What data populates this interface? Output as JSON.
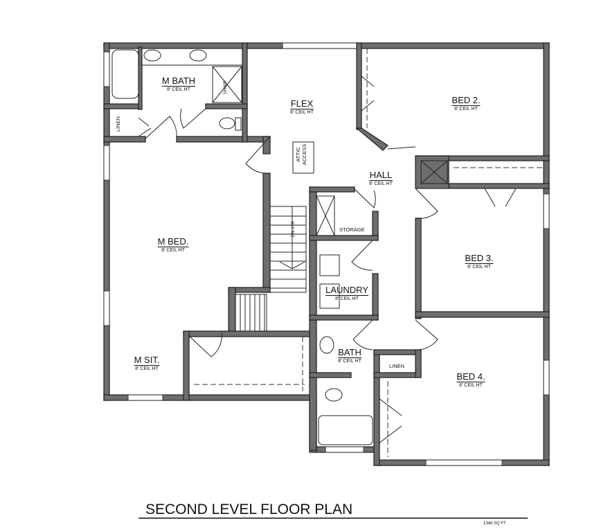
{
  "title": "SECOND LEVEL FLOOR PLAN",
  "area": "1346 SQ FT",
  "rooms": {
    "m_bath": {
      "name": "M BATH",
      "ceiling": "8' CEIL HT"
    },
    "flex": {
      "name": "FLEX",
      "ceiling": "8' CEIL HT"
    },
    "bed2": {
      "name": "BED 2.",
      "ceiling": "8' CEIL HT"
    },
    "hall": {
      "name": "HALL",
      "ceiling": "8' CEIL HT"
    },
    "m_bed": {
      "name": "M BED.",
      "ceiling": "8' CEIL HT"
    },
    "bed3": {
      "name": "BED 3.",
      "ceiling": "8' CEIL HT"
    },
    "laundry": {
      "name": "LAUNDRY",
      "ceiling": "8' CEIL HT"
    },
    "m_sit": {
      "name": "M SIT.",
      "ceiling": "8' CEIL HT"
    },
    "bath": {
      "name": "BATH",
      "ceiling": "8' CEIL HT"
    },
    "bed4": {
      "name": "BED 4.",
      "ceiling": "8' CEIL HT"
    }
  },
  "labels": {
    "linen_master": "LINEN",
    "shower": "SHWR",
    "attic": "ATTIC ACCESS",
    "stairs": "DN 17R",
    "storage": "STORAGE",
    "linen_hall": "LINEN"
  }
}
